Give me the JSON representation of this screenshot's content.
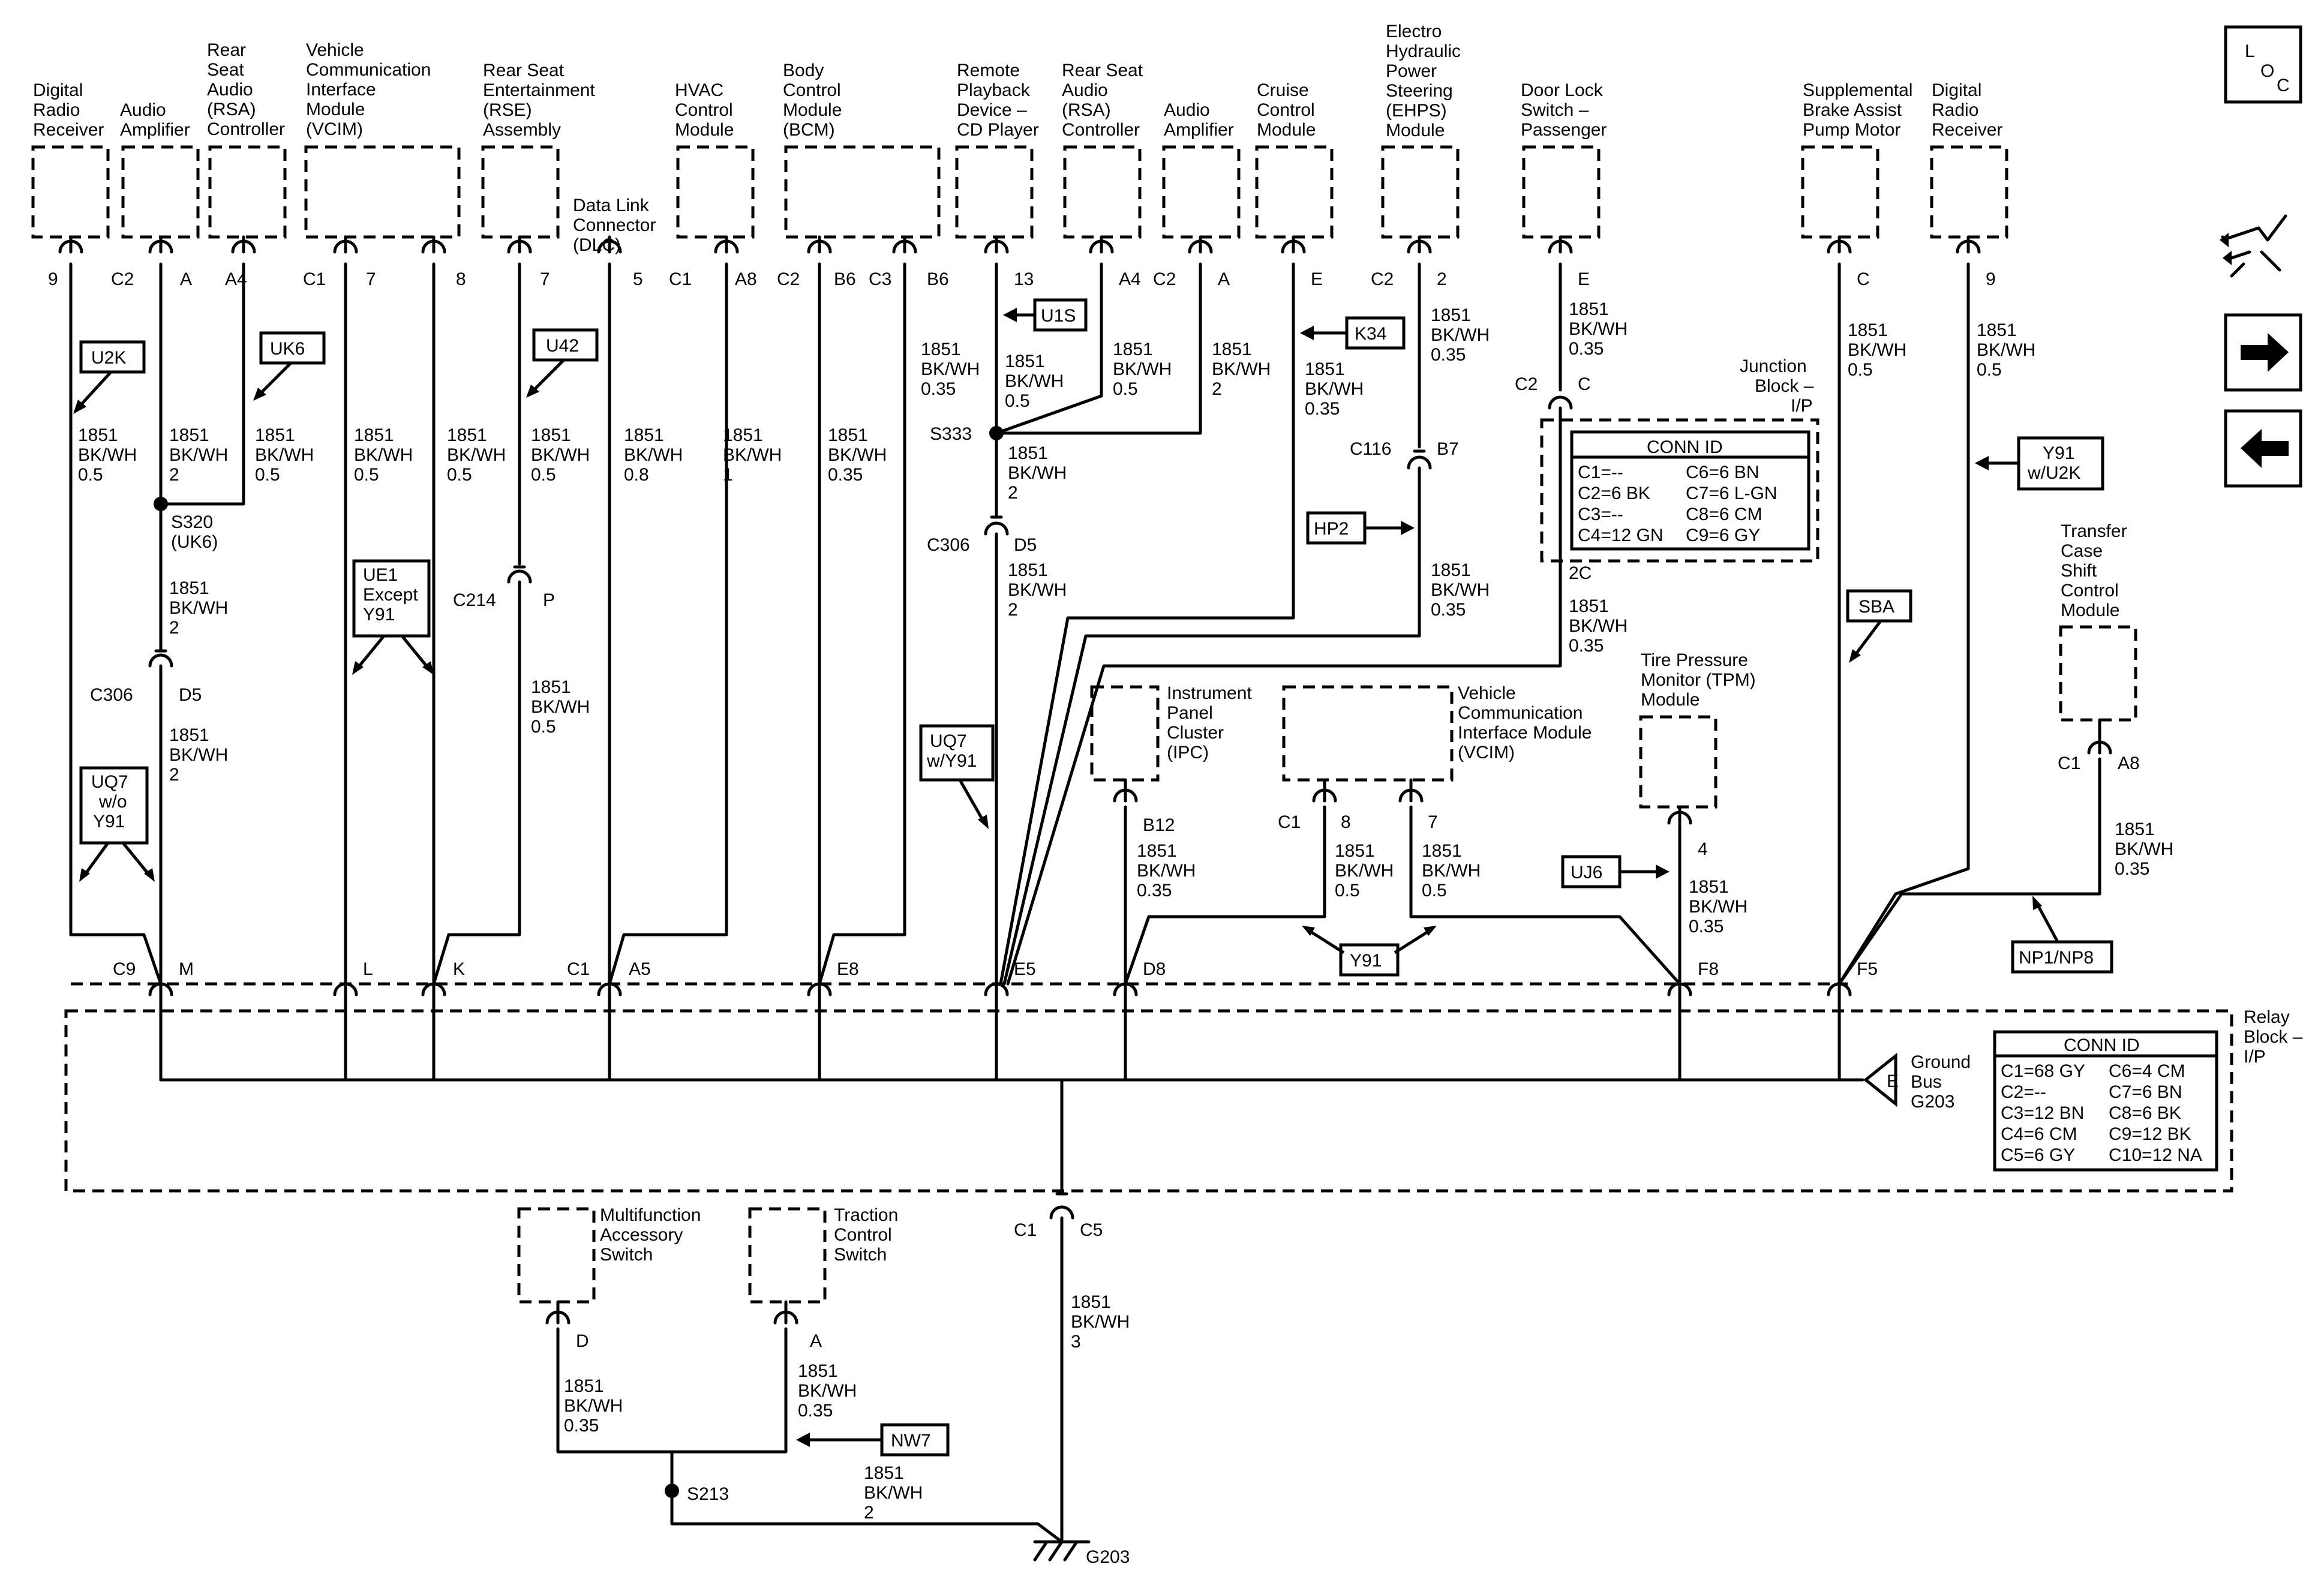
{
  "nav": {
    "loc_label": "LOC",
    "loc_letters": [
      "L",
      "O",
      "C"
    ]
  },
  "modules_top": [
    {
      "id": "drr1",
      "name": "Digital Radio Receiver",
      "lines": [
        "Digital",
        "Radio",
        "Receiver"
      ]
    },
    {
      "id": "amp1",
      "name": "Audio Amplifier",
      "lines": [
        "Audio",
        "Amplifier"
      ]
    },
    {
      "id": "rsa1",
      "name": "Rear Seat Audio (RSA) Controller",
      "lines": [
        "Rear",
        "Seat",
        "Audio",
        "(RSA)",
        "Controller"
      ]
    },
    {
      "id": "vcim1",
      "name": "Vehicle Communication Interface Module (VCIM)",
      "lines": [
        "Vehicle",
        "Communication",
        "Interface",
        "Module",
        "(VCIM)"
      ]
    },
    {
      "id": "rse",
      "name": "Rear Seat Entertainment (RSE) Assembly",
      "lines": [
        "Rear Seat",
        "Entertainment",
        "(RSE)",
        "Assembly"
      ]
    },
    {
      "id": "dlc",
      "name": "Data Link Connector (DLC)",
      "lines": [
        "Data Link",
        "Connector",
        "(DLC)"
      ]
    },
    {
      "id": "hvac",
      "name": "HVAC Control Module",
      "lines": [
        "HVAC",
        "Control",
        "Module"
      ]
    },
    {
      "id": "bcm",
      "name": "Body Control Module (BCM)",
      "lines": [
        "Body",
        "Control",
        "Module",
        "(BCM)"
      ]
    },
    {
      "id": "rpd",
      "name": "Remote Playback Device - CD Player",
      "lines": [
        "Remote",
        "Playback",
        "Device –",
        "CD Player"
      ]
    },
    {
      "id": "rsa2",
      "name": "Rear Seat Audio (RSA) Controller",
      "lines": [
        "Rear Seat",
        "Audio",
        "(RSA)",
        "Controller"
      ]
    },
    {
      "id": "amp2",
      "name": "Audio Amplifier",
      "lines": [
        "Audio",
        "Amplifier"
      ]
    },
    {
      "id": "ccm",
      "name": "Cruise Control Module",
      "lines": [
        "Cruise",
        "Control",
        "Module"
      ]
    },
    {
      "id": "ehps",
      "name": "Electro Hydraulic Power Steering (EHPS) Module",
      "lines": [
        "Electro",
        "Hydraulic",
        "Power",
        "Steering",
        "(EHPS)",
        "Module"
      ]
    },
    {
      "id": "dls",
      "name": "Door Lock Switch - Passenger",
      "lines": [
        "Door Lock",
        "Switch –",
        "Passenger"
      ]
    },
    {
      "id": "sbapm",
      "name": "Supplemental Brake Assist Pump Motor",
      "lines": [
        "Supplemental",
        "Brake Assist",
        "Pump Motor"
      ]
    },
    {
      "id": "drr2",
      "name": "Digital Radio Receiver",
      "lines": [
        "Digital",
        "Radio",
        "Receiver"
      ]
    }
  ],
  "modules_mid": [
    {
      "id": "ipc",
      "lines": [
        "Instrument",
        "Panel",
        "Cluster",
        "(IPC)"
      ]
    },
    {
      "id": "vcim2",
      "lines": [
        "Vehicle",
        "Communication",
        "Interface Module",
        "(VCIM)"
      ]
    },
    {
      "id": "tpm",
      "lines": [
        "Tire Pressure",
        "Monitor (TPM)",
        "Module"
      ]
    },
    {
      "id": "tcscm",
      "lines": [
        "Transfer",
        "Case",
        "Shift",
        "Control",
        "Module"
      ]
    }
  ],
  "modules_bottom": [
    {
      "id": "mfas",
      "lines": [
        "Multifunction",
        "Accessory",
        "Switch"
      ]
    },
    {
      "id": "tcs",
      "lines": [
        "Traction",
        "Control",
        "Switch"
      ]
    }
  ],
  "pins_top": [
    "9",
    "C2",
    "A",
    "A4",
    "C1",
    "7",
    "8",
    "7",
    "5",
    "C1",
    "A8",
    "C2",
    "B6",
    "C3",
    "B6",
    "13",
    "A4",
    "C2",
    "A",
    "E",
    "C2",
    "2",
    "E",
    "C",
    "9"
  ],
  "wires": {
    "w_05": [
      "1851",
      "BK/WH",
      "0.5"
    ],
    "w_2": [
      "1851",
      "BK/WH",
      "2"
    ],
    "w_035": [
      "1851",
      "BK/WH",
      "0.35"
    ],
    "w_08": [
      "1851",
      "BK/WH",
      "0.8"
    ],
    "w_1": [
      "1851",
      "BK/WH",
      "1"
    ],
    "w_3": [
      "1851",
      "BK/WH",
      "3"
    ]
  },
  "options": {
    "u2k": "U2K",
    "uk6": "UK6",
    "u42": "U42",
    "u1s": "U1S",
    "k34": "K34",
    "hp2": "HP2",
    "sba": "SBA",
    "y91u2k": [
      "Y91",
      "w/U2K"
    ],
    "ue1": [
      "UE1",
      "Except",
      "Y91"
    ],
    "uq7a": [
      "UQ7",
      "w/o",
      "Y91"
    ],
    "uq7b": [
      "UQ7",
      "w/Y91"
    ],
    "uj6": "UJ6",
    "y91": "Y91",
    "np1": "NP1/NP8",
    "nw7": "NW7"
  },
  "splices": {
    "s320": "S320",
    "s320b": "(UK6)",
    "s333": "S333",
    "s213": "S213"
  },
  "connectors": {
    "c306": "C306",
    "d5": "D5",
    "c214": "C214",
    "p": "P",
    "c116": "C116",
    "b7": "B7",
    "c2": "C2",
    "c": "C",
    "twoc": "2C"
  },
  "junction_block": {
    "title": [
      "Junction",
      "Block –",
      "I/P"
    ],
    "conn_id_title": "CONN ID",
    "rows": [
      [
        "C1=--",
        "C6=6 BN"
      ],
      [
        "C2=6 BK",
        "C7=6 L-GN"
      ],
      [
        "C3=--",
        "C8=6 CM"
      ],
      [
        "C4=12 GN",
        "C9=6 GY"
      ]
    ]
  },
  "relay_block": {
    "title": [
      "Relay",
      "Block –",
      "I/P"
    ],
    "conn_id_title": "CONN ID",
    "rows": [
      [
        "C1=68 GY",
        "C6=4 CM"
      ],
      [
        "C2=--",
        "C7=6 BN"
      ],
      [
        "C3=12 BN",
        "C8=6 BK"
      ],
      [
        "C4=6 CM",
        "C9=12 BK"
      ],
      [
        "C5=6 GY",
        "C10=12 NA"
      ]
    ],
    "ground_bus": [
      "Ground",
      "Bus",
      "G203"
    ],
    "ground_letter": "E",
    "pins": [
      "C9",
      "M",
      "L",
      "K",
      "C1",
      "A5",
      "E8",
      "E5",
      "D8",
      "F8",
      "F5",
      "C1",
      "C5"
    ]
  },
  "mid_pins": [
    "B12",
    "C1",
    "8",
    "7",
    "4",
    "C1",
    "A8"
  ],
  "ground": "G203",
  "bottom_pins": [
    "D",
    "A"
  ]
}
